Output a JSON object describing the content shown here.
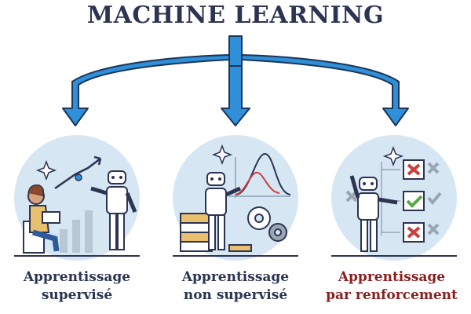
{
  "title": "MACHINE LEARNING",
  "branches": [
    {
      "line1": "Apprentissage",
      "line2": "supervisé",
      "color": "#2d3452",
      "illustration": "person-teaching-robot-icon"
    },
    {
      "line1": "Apprentissage",
      "line2": "non supervisé",
      "color": "#2d3452",
      "illustration": "robot-with-servers-and-graph-icon"
    },
    {
      "line1": "Apprentissage",
      "line2": "par renforcement",
      "color": "#8a1f1f",
      "illustration": "robot-with-checklist-icon"
    }
  ],
  "colors": {
    "arrow": "#2f8fd8",
    "arrow_outline": "#1d3557",
    "circle": "#d6e6f3",
    "text": "#2d3452",
    "accent": "#8a1f1f"
  }
}
